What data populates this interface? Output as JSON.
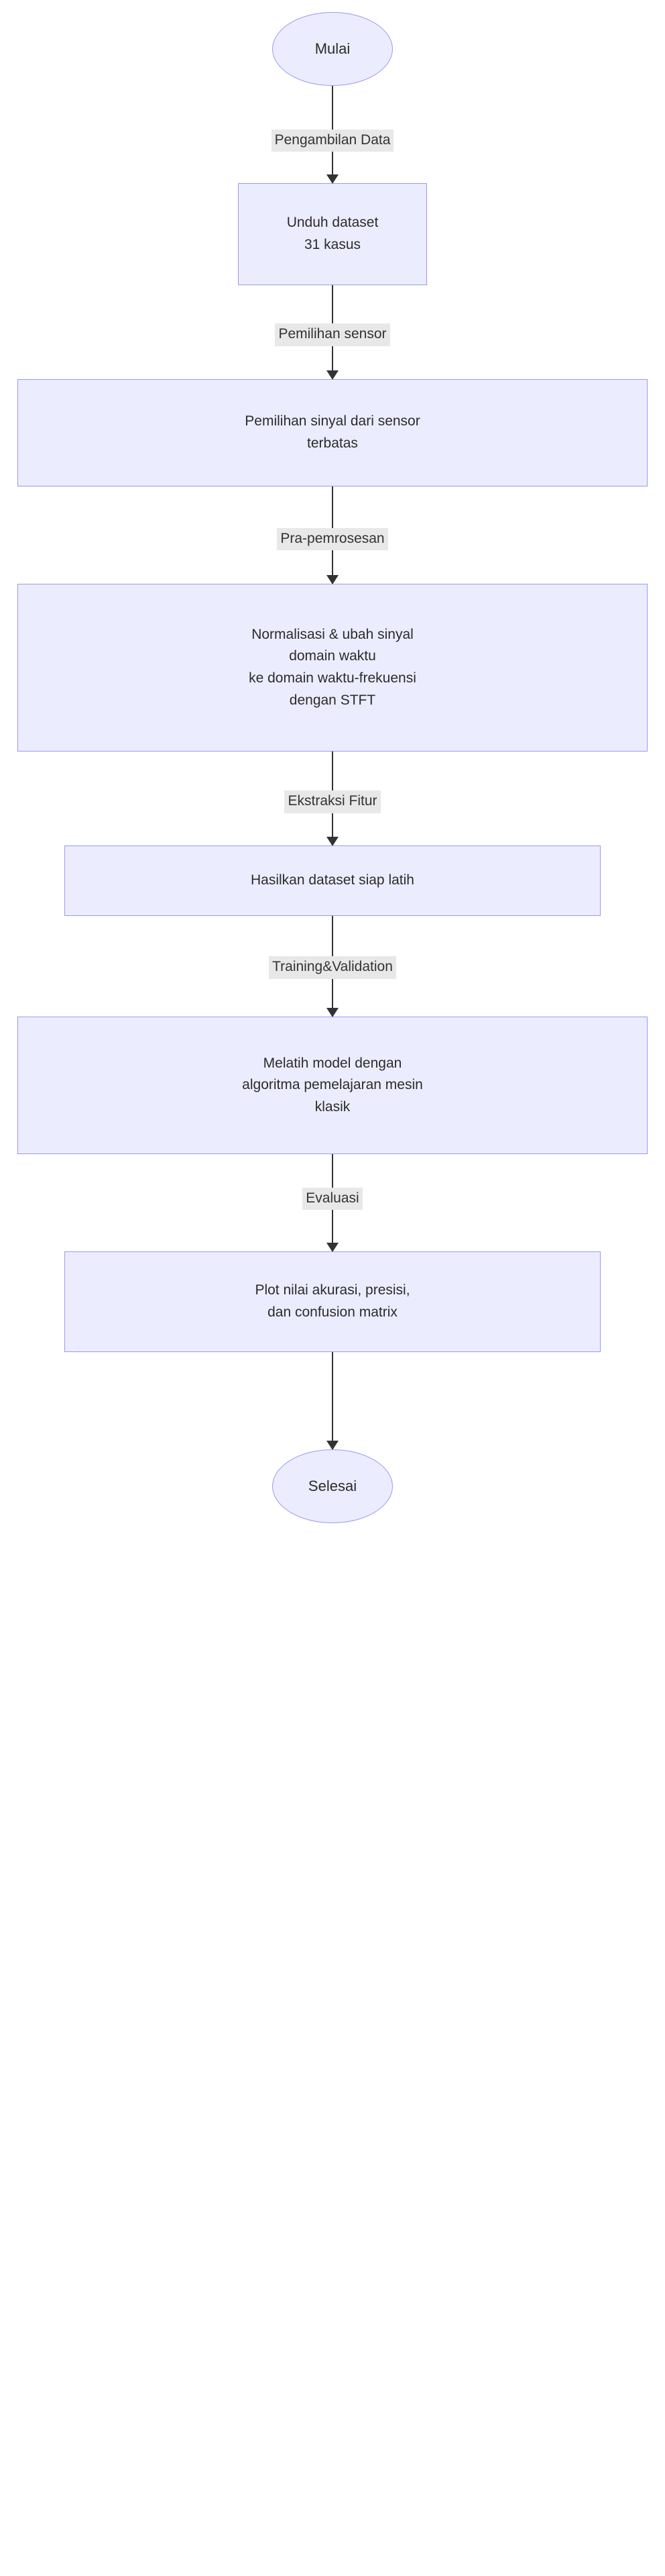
{
  "diagram": {
    "type": "flowchart",
    "direction": "top-to-bottom",
    "theme_colors": {
      "node_fill": "#ececff",
      "node_border": "#9a99f2",
      "node_text": "#2b2b2b",
      "edge_line": "#333333",
      "edge_label_background": "#e8e8e8",
      "page_background": "#ffffff"
    },
    "nodes": [
      {
        "id": "mulai",
        "shape": "terminator",
        "label": "Mulai"
      },
      {
        "id": "unduh",
        "shape": "process",
        "lines": [
          "Unduh dataset",
          "31 kasus"
        ]
      },
      {
        "id": "pemilihan",
        "shape": "process",
        "lines": [
          "Pemilihan sinyal dari sensor",
          "terbatas"
        ]
      },
      {
        "id": "normalisasi",
        "shape": "process",
        "lines": [
          "Normalisasi & ubah sinyal",
          "domain waktu",
          "ke domain waktu-frekuensi",
          "dengan STFT"
        ]
      },
      {
        "id": "hasilkan",
        "shape": "process",
        "lines": [
          "Hasilkan dataset siap latih"
        ]
      },
      {
        "id": "melatih",
        "shape": "process",
        "lines": [
          "Melatih model dengan",
          "algoritma pemelajaran mesin",
          "klasik"
        ]
      },
      {
        "id": "plot",
        "shape": "process",
        "lines": [
          "Plot nilai akurasi, presisi,",
          "dan confusion matrix"
        ]
      },
      {
        "id": "selesai",
        "shape": "terminator",
        "label": "Selesai"
      }
    ],
    "edges": [
      {
        "from": "mulai",
        "to": "unduh",
        "label": "Pengambilan Data"
      },
      {
        "from": "unduh",
        "to": "pemilihan",
        "label": "Pemilihan sensor"
      },
      {
        "from": "pemilihan",
        "to": "normalisasi",
        "label": "Pra-pemrosesan"
      },
      {
        "from": "normalisasi",
        "to": "hasilkan",
        "label": "Ekstraksi Fitur"
      },
      {
        "from": "hasilkan",
        "to": "melatih",
        "label": "Training&Validation"
      },
      {
        "from": "melatih",
        "to": "plot",
        "label": "Evaluasi"
      },
      {
        "from": "plot",
        "to": "selesai",
        "label": ""
      }
    ]
  }
}
